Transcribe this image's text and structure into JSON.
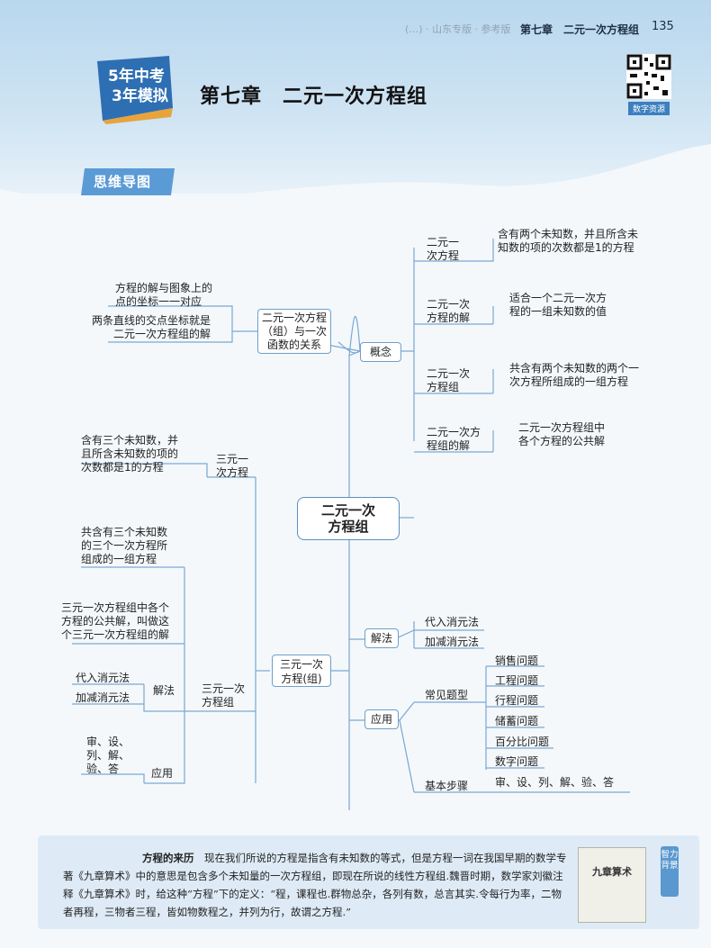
{
  "header": {
    "faded_text": "(…) · 山东专版 · 参考版",
    "chapter": "第七章",
    "title": "二元一次方程组",
    "page_number": "135"
  },
  "logo": {
    "line1": "5年中考",
    "line2": "3年模拟"
  },
  "chapter_title": "第七章　二元一次方程组",
  "qr_label": "数字资源",
  "section_tag": "思维导图",
  "mindmap": {
    "center": [
      "二元一次",
      "方程组"
    ],
    "concept": {
      "label": "概念",
      "items": [
        {
          "term": [
            "二元一",
            "次方程"
          ],
          "def": [
            "含有两个未知数，并且所含未",
            "知数的项的次数都是1的方程"
          ]
        },
        {
          "term": [
            "二元一次",
            "方程的解"
          ],
          "def": [
            "适合一个二元一次方",
            "程的一组未知数的值"
          ]
        },
        {
          "term": [
            "二元一次",
            "方程组"
          ],
          "def": [
            "共含有两个未知数的两个一",
            "次方程所组成的一组方程"
          ]
        },
        {
          "term": [
            "二元一次方",
            "程组的解"
          ],
          "def": [
            "二元一次方程组中",
            "各个方程的公共解"
          ]
        }
      ]
    },
    "function_relation": {
      "label": [
        "二元一次方程",
        "（组）与一次",
        "函数的关系"
      ],
      "items": [
        [
          "方程的解与图象上的",
          "点的坐标一一对应"
        ],
        [
          "两条直线的交点坐标就是",
          "二元一次方程组的解"
        ]
      ]
    },
    "solve": {
      "label": "解法",
      "items": [
        "代入消元法",
        "加减消元法"
      ]
    },
    "apply": {
      "label": "应用",
      "common": {
        "label": "常见题型",
        "items": [
          "销售问题",
          "工程问题",
          "行程问题",
          "储蓄问题",
          "百分比问题",
          "数字问题"
        ]
      },
      "steps": {
        "label": "基本步骤",
        "value": "审、设、列、解、验、答"
      }
    },
    "three": {
      "label": [
        "三元一次",
        "方程(组)"
      ],
      "eq": {
        "label": [
          "三元一",
          "次方程"
        ],
        "def": [
          "含有三个未知数，并",
          "且所含未知数的项的",
          "次数都是1的方程"
        ]
      },
      "group": {
        "label": [
          "三元一次",
          "方程组"
        ],
        "def": [
          "共含有三个未知数",
          "的三个一次方程所",
          "组成的一组方程"
        ],
        "solution": [
          "三元一次方程组中各个",
          "方程的公共解，叫做这",
          "个三元一次方程组的解"
        ],
        "solve_label": "解法",
        "solve_items": [
          "代入消元法",
          "加减消元法"
        ],
        "apply_label": "应用",
        "apply_items": [
          "审、设、",
          "列、解、",
          "验、答"
        ]
      }
    }
  },
  "story": {
    "heading": "方程的来历",
    "text": "现在我们所说的方程是指含有未知数的等式，但是方程一词在我国早期的数学专著《九章算术》中的意思是包含多个未知量的一次方程组，即现在所说的线性方程组.魏晋时期，数学家刘徽注释《九章算术》时，给这种“方程”下的定义：“程，课程也.群物总杂，各列有数，总言其实.令每行为率，二物者再程，三物者三程，皆如物数程之，并列为行，故谓之方程.”",
    "book_title": "九章算术",
    "side_tag": "智力背景"
  }
}
